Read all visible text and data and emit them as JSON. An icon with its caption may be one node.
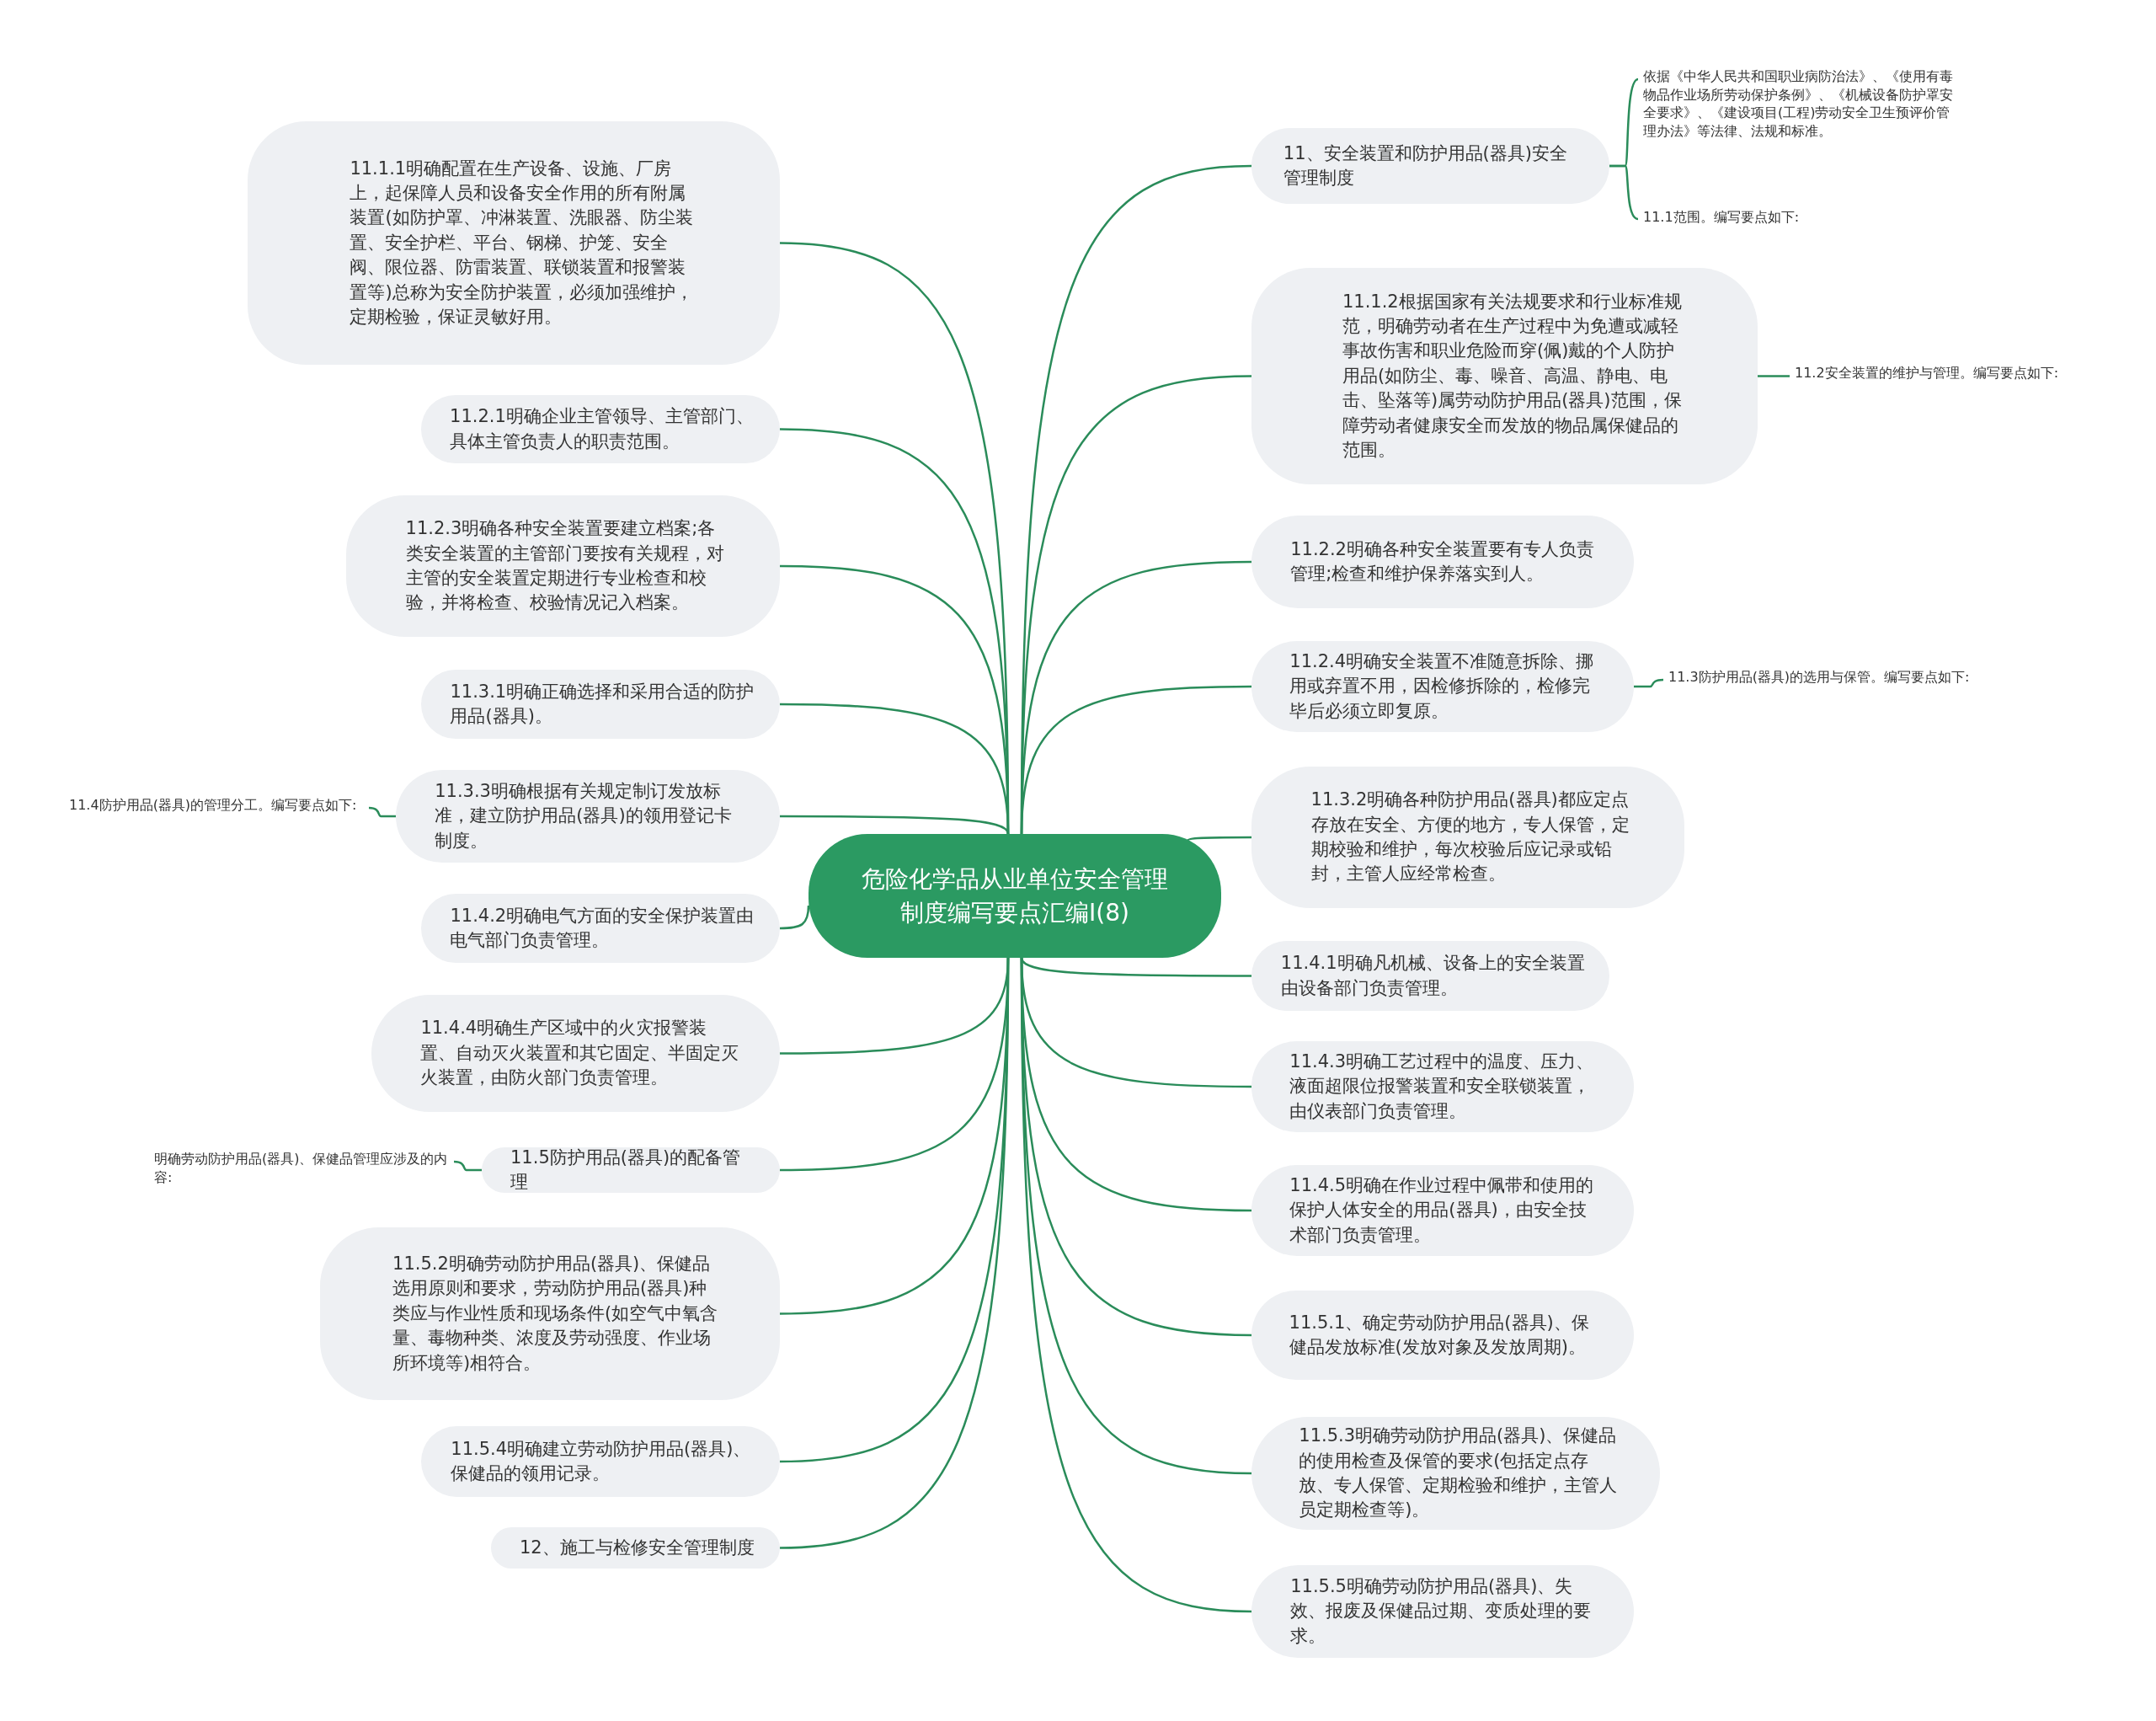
{
  "diagram": {
    "nodes": [
      {
        "text": [
          "危险化学品从业单位安全管理制度编写要点汇编Ⅰ(8)"
        ]
      },
      {
        "text": [
          "11、安全装置和防护用品(器具)安全管理制度"
        ]
      },
      {
        "text": [
          "依据《中华人民共和国职业病防治法》、《使用有毒物品作业场所劳动保护条例》、《机械设备防护罩安全要求》、《建设项目(工程)劳动安全卫生预评价管理办法》等法律、法规和标准。"
        ]
      },
      {
        "text": [
          "11.1范围。编写要点如下:"
        ]
      },
      {
        "text": [
          "11.1.2根据国家有关法规要求和行业标准规范，明确劳动者在生产过程中为免遭或减轻事故伤害和职业危险而穿(佩)戴的个人防护用品(如防尘、毒、噪音、高温、静电、电击、坠落等)属劳动防护用品(器具)范围，保障劳动者健康安全而发放的物品属保健品的范围。"
        ]
      },
      {
        "text": [
          "11.2安全装置的维护与管理。编写要点如下:"
        ]
      },
      {
        "text": [
          "11.2.2明确各种安全装置要有专人负责管理;检查和维护保养落实到人。"
        ]
      },
      {
        "text": [
          "11.2.4明确安全装置不准随意拆除、挪用或弃置不用，因检修拆除的，检修完毕后必须立即复原。"
        ]
      },
      {
        "text": [
          "11.3防护用品(器具)的选用与保管。编写要点如下:"
        ]
      },
      {
        "text": [
          "11.3.2明确各种防护用品(器具)都应定点存放在安全、方便的地方，专人保管，定期校验和维护，每次校验后应记录或铅封，主管人应经常检查。"
        ]
      },
      {
        "text": [
          "11.4.1明确凡机械、设备上的安全装置由设备部门负责管理。"
        ]
      },
      {
        "text": [
          "11.4.3明确工艺过程中的温度、压力、液面超限位报警装置和安全联锁装置，由仪表部门负责管理。"
        ]
      },
      {
        "text": [
          "11.4.5明确在作业过程中佩带和使用的保护人体安全的用品(器具)，由安全技术部门负责管理。"
        ]
      },
      {
        "text": [
          "11.5.1、确定劳动防护用品(器具)、保健品发放标准(发放对象及发放周期)。"
        ]
      },
      {
        "text": [
          "11.5.3明确劳动防护用品(器具)、保健品的使用检查及保管的要求(包括定点存放、专人保管、定期检验和维护，主管人员定期检查等)。"
        ]
      },
      {
        "text": [
          "11.5.5明确劳动防护用品(器具)、失效、报废及保健品过期、变质处理的要求。"
        ]
      },
      {
        "text": [
          "11.1.1明确配置在生产设备、设施、厂房上，起保障人员和设备安全作用的所有附属装置(如防护罩、冲淋装置、洗眼器、防尘装置、安全护栏、平台、钢梯、护笼、安全阀、限位器、防雷装置、联锁装置和报警装置等)总称为安全防护装置，必须加强维护，定期检验，保证灵敏好用。"
        ]
      },
      {
        "text": [
          "11.2.1明确企业主管领导、主管部门、具体主管负责人的职责范围。"
        ]
      },
      {
        "text": [
          "11.2.3明确各种安全装置要建立档案;各类安全装置的主管部门要按有关规程，对主管的安全装置定期进行专业检查和校验，并将检查、校验情况记入档案。"
        ]
      },
      {
        "text": [
          "11.3.1明确正确选择和采用合适的防护用品(器具)。"
        ]
      },
      {
        "text": [
          "11.3.3明确根据有关规定制订发放标准，建立防护用品(器具)的领用登记卡制度。"
        ]
      },
      {
        "text": [
          "11.4防护用品(器具)的管理分工。编写要点如下:"
        ]
      },
      {
        "text": [
          "11.4.2明确电气方面的安全保护装置由电气部门负责管理。"
        ]
      },
      {
        "text": [
          "11.4.4明确生产区域中的火灾报警装置、自动灭火装置和其它固定、半固定灭火装置，由防火部门负责管理。"
        ]
      },
      {
        "text": [
          "11.5防护用品(器具)的配备管理"
        ]
      },
      {
        "text": [
          "明确劳动防护用品(器具)、保健品管理应涉及的内容:"
        ]
      },
      {
        "text": [
          "11.5.2明确劳动防护用品(器具)、保健品选用原则和要求，劳动防护用品(器具)种类应与作业性质和现场条件(如空气中氧含量、毒物种类、浓度及劳动强度、作业场所环境等)相符合。"
        ]
      },
      {
        "text": [
          "11.5.4明确建立劳动防护用品(器具)、保健品的领用记录。"
        ]
      },
      {
        "text": [
          "12、施工与检修安全管理制度"
        ]
      }
    ],
    "edges": [
      {
        "from": 0,
        "to": 1,
        "arrow": "none"
      },
      {
        "from": 1,
        "to": 2,
        "arrow": "none"
      },
      {
        "from": 1,
        "to": 3,
        "arrow": "none"
      },
      {
        "from": 0,
        "to": 4,
        "arrow": "none"
      },
      {
        "from": 4,
        "to": 5,
        "arrow": "none"
      },
      {
        "from": 0,
        "to": 6,
        "arrow": "none"
      },
      {
        "from": 0,
        "to": 7,
        "arrow": "none"
      },
      {
        "from": 7,
        "to": 8,
        "arrow": "none"
      },
      {
        "from": 0,
        "to": 9,
        "arrow": "none"
      },
      {
        "from": 0,
        "to": 10,
        "arrow": "none"
      },
      {
        "from": 0,
        "to": 11,
        "arrow": "none"
      },
      {
        "from": 0,
        "to": 12,
        "arrow": "none"
      },
      {
        "from": 0,
        "to": 13,
        "arrow": "none"
      },
      {
        "from": 0,
        "to": 14,
        "arrow": "none"
      },
      {
        "from": 0,
        "to": 15,
        "arrow": "none"
      },
      {
        "from": 0,
        "to": 16,
        "arrow": "none"
      },
      {
        "from": 0,
        "to": 17,
        "arrow": "none"
      },
      {
        "from": 0,
        "to": 18,
        "arrow": "none"
      },
      {
        "from": 0,
        "to": 19,
        "arrow": "none"
      },
      {
        "from": 0,
        "to": 20,
        "arrow": "none"
      },
      {
        "from": 20,
        "to": 21,
        "arrow": "none"
      },
      {
        "from": 0,
        "to": 22,
        "arrow": "none"
      },
      {
        "from": 0,
        "to": 23,
        "arrow": "none"
      },
      {
        "from": 0,
        "to": 24,
        "arrow": "none"
      },
      {
        "from": 24,
        "to": 25,
        "arrow": "none"
      },
      {
        "from": 0,
        "to": 26,
        "arrow": "none"
      },
      {
        "from": 0,
        "to": 27,
        "arrow": "none"
      },
      {
        "from": 0,
        "to": 28,
        "arrow": "none"
      }
    ]
  }
}
